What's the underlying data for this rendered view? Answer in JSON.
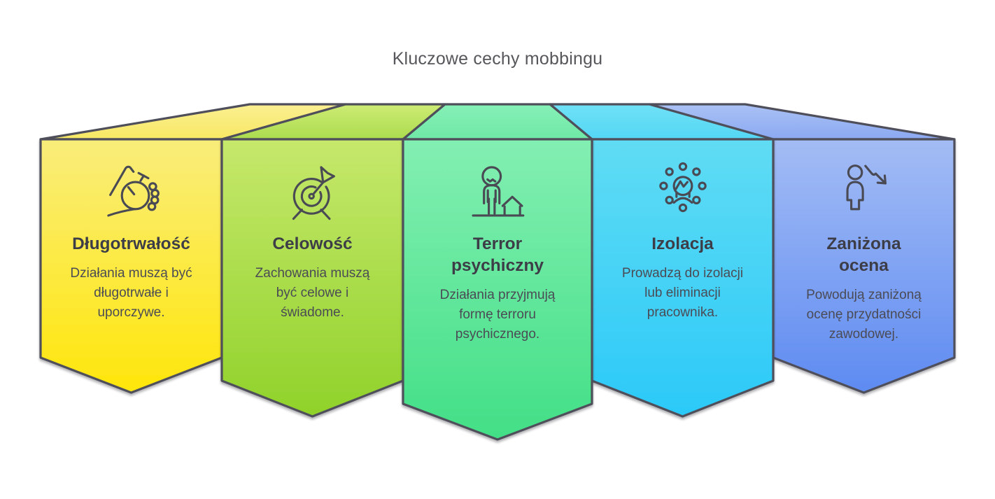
{
  "header": {
    "title": "Kluczowe cechy mobbingu"
  },
  "colors": {
    "outline": "#50505B",
    "heading_text": "#56575B",
    "title_text": "#3D3D48",
    "body_text": "#4B4B55",
    "icon_stroke": "#4A4A55",
    "background": "#FFFFFF"
  },
  "banners": [
    {
      "icon": "stopwatch-fist-icon",
      "title": "Długotrwałość",
      "body": "Działania muszą być\ndługotrwałe i\nuporczywe.",
      "colors": {
        "face_top": "#F9ED7B",
        "face_bottom": "#FFE60A",
        "roof_top": "#FAEF92",
        "roof_bottom": "#F8E863"
      }
    },
    {
      "icon": "target-dart-icon",
      "title": "Celowość",
      "body": "Zachowania muszą\nbyć celowe i\nświadome.",
      "colors": {
        "face_top": "#C6E86C",
        "face_bottom": "#90D22A",
        "roof_top": "#CDEB74",
        "roof_bottom": "#ABDC4E"
      }
    },
    {
      "icon": "person-house-icon",
      "title": "Terror\npsychiczny",
      "body": "Działania przyjmują\nformę terroru\npsychicznego.",
      "colors": {
        "face_top": "#83EFB2",
        "face_bottom": "#42DF86",
        "roof_top": "#86F0B6",
        "roof_bottom": "#6FE8A6"
      }
    },
    {
      "icon": "isolation-circle-icon",
      "title": "Izolacja",
      "body": "Prowadzą do izolacji\nlub eliminacji\npracownika.",
      "colors": {
        "face_top": "#60DCF4",
        "face_bottom": "#2BC9F8",
        "roof_top": "#6FE1F6",
        "roof_bottom": "#54D6F4"
      }
    },
    {
      "icon": "person-decline-icon",
      "title": "Zaniżona\nocena",
      "body": "Powodują zaniżoną\nocenę przydatności\nzawodowej.",
      "colors": {
        "face_top": "#A3BCF4",
        "face_bottom": "#5E8BF2",
        "roof_top": "#AAC1F5",
        "roof_bottom": "#8BA9F1"
      }
    }
  ]
}
